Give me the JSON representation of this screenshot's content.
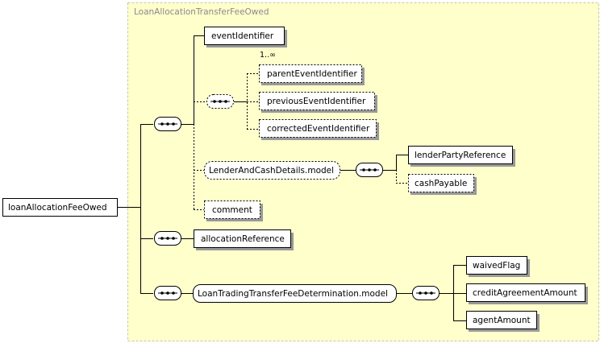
{
  "complex_type_title": "LoanAllocationTransferFeeOwed",
  "root_element": "loanAllocationFeeOwed",
  "elements": {
    "event_identifier": "eventIdentifier",
    "parent_event_identifier": "parentEventIdentifier",
    "previous_event_identifier": "previousEventIdentifier",
    "corrected_event_identifier": "correctedEventIdentifier",
    "lender_and_cash_details_model": "LenderAndCashDetails.model",
    "lender_party_reference": "lenderPartyReference",
    "cash_payable": "cashPayable",
    "comment": "comment",
    "allocation_reference": "allocationReference",
    "loan_trading_transfer_fee_determination_model": "LoanTradingTransferFeeDetermination.model",
    "waived_flag": "waivedFlag",
    "credit_agreement_amount": "creditAgreementAmount",
    "agent_amount": "agentAmount"
  },
  "occurrence_label": "1..∞",
  "colors": {
    "container_fill": "#ffffcc",
    "container_border": "#c8c89a",
    "element_fill": "#ffffff",
    "line": "#000000"
  }
}
